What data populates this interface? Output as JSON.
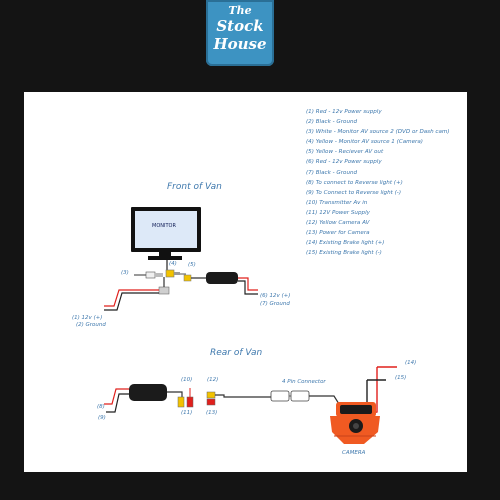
{
  "logo": {
    "line1": "The",
    "line2": "Stock",
    "line3": "House"
  },
  "legend": [
    "(1) Red - 12v Power supply",
    "(2) Black - Ground",
    "(3) White - Monitor AV source 2 (DVD or Dash cam)",
    "(4) Yellow - Monitor AV source 1 (Camera)",
    "(5) Yellow - Reciever AV out",
    "(6) Red - 12v Power supply",
    "(7) Black - Ground",
    "(8) To connect to Reverse light (+)",
    "(9) To Connect to Reverse light (-)",
    "(10) Transmitter Av in",
    "(11) 12V Power Supply",
    "(12) Yellow Camera AV",
    "(13) Power for Camera",
    "(14) Existing Brake light (+)",
    "(15) Existing Brake light (-)"
  ],
  "front": {
    "title": "Front of Van",
    "monitor_label": "MONITOR",
    "lbl3": "(3)",
    "lbl4": "(4)",
    "lbl5": "(5)",
    "lbl1": "(1) 12v (+)",
    "lbl2": "(2) Ground",
    "lbl6": "(6) 12v (+)",
    "lbl7": "(7) Ground"
  },
  "rear": {
    "title": "Rear of Van",
    "lbl10": "(10)",
    "lbl12": "(12)",
    "lbl11": "(11)",
    "lbl13": "(13)",
    "lbl8": "(8)",
    "lbl9": "(9)",
    "connector": "4 Pin Connector",
    "lbl14": "(14)",
    "lbl15": "(15)",
    "camera": "CAMERA"
  },
  "colors": {
    "sheet": "#ffffff",
    "background": "#141414",
    "logo": "#3d93c2",
    "label_text": "#3e78ad",
    "wire_red": "#e0201c",
    "wire_black": "#222222",
    "plug_yellow": "#f2c200",
    "camera_orange": "#f05a22"
  }
}
